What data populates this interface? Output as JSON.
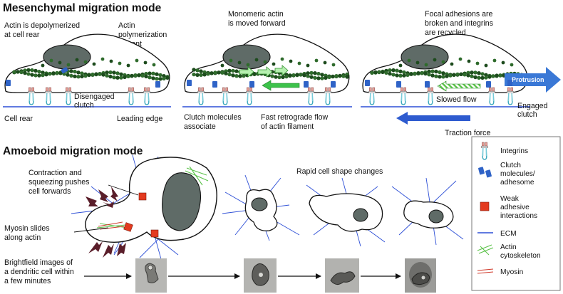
{
  "headings": {
    "mesenchymal": "Mesenchymal migration mode",
    "amoeboid": "Amoeboid migration mode"
  },
  "panel1": {
    "top_left": [
      "Actin is depolymerized",
      "at cell rear"
    ],
    "top_right": [
      "Actin",
      "polymerization",
      "at front"
    ],
    "clutch": [
      "Disengaged",
      "clutch"
    ],
    "cell_rear": "Cell rear",
    "leading_edge": "Leading edge"
  },
  "panel2": {
    "top": [
      "Monomeric actin",
      "is moved forward"
    ],
    "bottom_left": [
      "Clutch molecules",
      "associate"
    ],
    "bottom_right": [
      "Fast retrograde flow",
      "of actin filament"
    ]
  },
  "panel3": {
    "top": [
      "Focal adhesions are",
      "broken and integrins",
      "are recycled"
    ],
    "protrusion": "Protrusion",
    "slowed_flow": "Slowed flow",
    "engaged_clutch": [
      "Engaged",
      "clutch"
    ],
    "traction_force": "Traction force"
  },
  "amoeboid": {
    "contraction": [
      "Contraction and",
      "squeezing pushes",
      "cell forwards"
    ],
    "myosin_slides": [
      "Myosin slides",
      "along actin"
    ],
    "rapid_changes": "Rapid cell shape changes",
    "brightfield": [
      "Brightfield images of",
      "a dendritic cell within",
      "a few minutes"
    ]
  },
  "legend": {
    "items": [
      {
        "icon": "integrin-icon",
        "label": [
          "Integrins"
        ]
      },
      {
        "icon": "clutch-molecule-icon",
        "label": [
          "Clutch",
          "molecules/",
          "adhesome"
        ]
      },
      {
        "icon": "weak-adhesion-icon",
        "label": [
          "Weak",
          "adhesive",
          "interactions"
        ]
      },
      {
        "icon": "ecm-line-icon",
        "label": [
          "ECM"
        ]
      },
      {
        "icon": "actin-cytoskeleton-icon",
        "label": [
          "Actin",
          "cytoskeleton"
        ]
      },
      {
        "icon": "myosin-line-icon",
        "label": [
          "Myosin"
        ]
      }
    ]
  },
  "colors": {
    "nucleus": "#5f6b67",
    "actin_dark": "#1d4b1d",
    "actin_mid": "#2f6b2c",
    "clutch_blue": "#2f63c7",
    "ecm_blue": "#2d4fd6",
    "protrusion_blue": "#3a78d6",
    "traction_blue": "#2e5bcf",
    "retro_green": "#3cc24a",
    "myosin_red": "#d03a2a",
    "weak_adhesion_red": "#e33a1f",
    "integrin_cyan": "#46b6c9"
  }
}
